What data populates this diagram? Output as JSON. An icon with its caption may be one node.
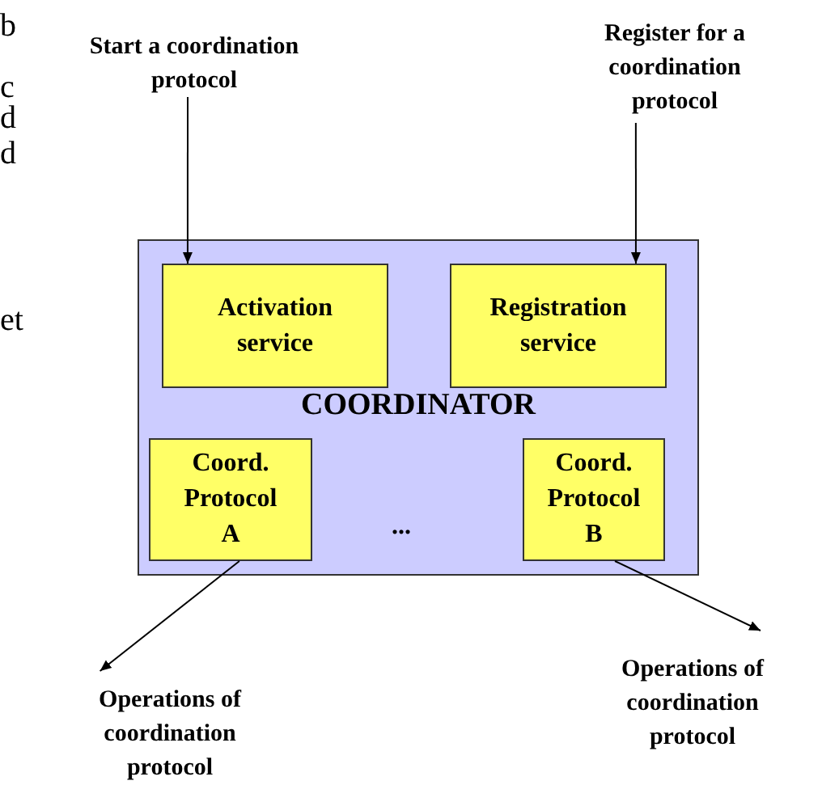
{
  "diagram": {
    "nodes": [
      {
        "text": [
          "Start a coordination protocol"
        ]
      },
      {
        "text": [
          "Register for a coordination protocol"
        ]
      },
      {
        "text": [
          "COORDINATOR"
        ]
      },
      {
        "text": [
          "Activation service"
        ],
        "in": 2
      },
      {
        "text": [
          "Registration service"
        ],
        "in": 2
      },
      {
        "text": [
          "Coord. Protocol A"
        ],
        "in": 2
      },
      {
        "text": [
          "Coord. Protocol B"
        ],
        "in": 2
      },
      {
        "text": [
          "Operations of coordination protocol"
        ]
      },
      {
        "text": [
          "Operations of coordination protocol"
        ]
      }
    ],
    "edges": [
      {
        "from": 0,
        "to": 3,
        "arrow": "to"
      },
      {
        "from": 1,
        "to": 4,
        "arrow": "to"
      },
      {
        "from": 5,
        "to": 7,
        "arrow": "to"
      },
      {
        "from": 6,
        "to": 8,
        "arrow": "to"
      }
    ],
    "labels": [
      "b",
      "c",
      "d",
      "d",
      "et",
      "..."
    ]
  }
}
